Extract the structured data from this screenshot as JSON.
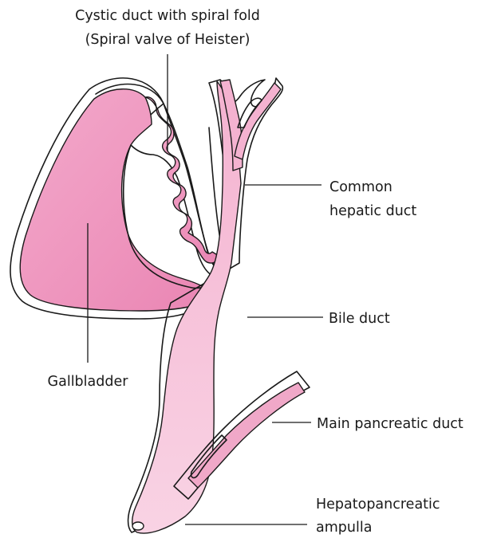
{
  "labels": {
    "cystic_duct_line1": "Cystic duct with spiral fold",
    "cystic_duct_line2": "(Spiral valve of Heister)",
    "common_hepatic_line1": "Common",
    "common_hepatic_line2": "hepatic duct",
    "bile_duct": "Bile duct",
    "gallbladder": "Gallbladder",
    "main_pancreatic_duct": "Main pancreatic duct",
    "ampulla_line1": "Hepatopancreatic",
    "ampulla_line2": "ampulla"
  },
  "colors": {
    "gallbladder_fill": "#ef99c0",
    "duct_fill": "#f7c6dc",
    "pancreatic_fill": "#f0a8c8",
    "outline": "#1a1a1a",
    "background": "#ffffff"
  }
}
